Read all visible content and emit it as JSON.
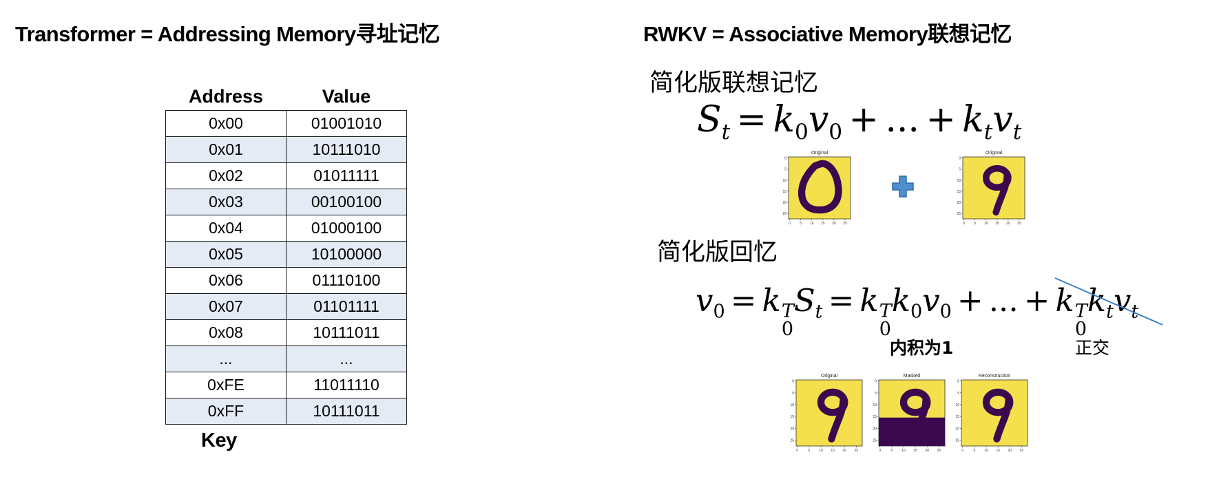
{
  "left_title": "Transformer = Addressing Memory寻址记忆",
  "right_title": "RWKV = Associative Memory联想记忆",
  "heading_assoc": "简化版联想记忆",
  "heading_recall": "简化版回忆",
  "table": {
    "headers": [
      "Address",
      "Value"
    ],
    "rows": [
      [
        "0x00",
        "01001010"
      ],
      [
        "0x01",
        "10111010"
      ],
      [
        "0x02",
        "01011111"
      ],
      [
        "0x03",
        "00100100"
      ],
      [
        "0x04",
        "01000100"
      ],
      [
        "0x05",
        "10100000"
      ],
      [
        "0x06",
        "01110100"
      ],
      [
        "0x07",
        "01101111"
      ],
      [
        "0x08",
        "10111011"
      ],
      [
        "...",
        "..."
      ],
      [
        "0xFE",
        "11011110"
      ],
      [
        "0xFF",
        "10111011"
      ]
    ]
  },
  "key_label": "Key",
  "annotations": {
    "inner_product": "内积为1",
    "orthogonal": "正交"
  },
  "plots": {
    "original_0": {
      "title": "Original"
    },
    "original_9": {
      "title": "Original"
    },
    "recall_original": {
      "title": "Original"
    },
    "recall_masked": {
      "title": "Masked",
      "masked_fraction": 0.43
    },
    "recall_reconstruction": {
      "title": "Reconstruction"
    },
    "y_ticks": [
      "0",
      "5",
      "10",
      "15",
      "20",
      "25"
    ],
    "x_ticks": [
      "0",
      "5",
      "10",
      "15",
      "20",
      "25"
    ]
  },
  "colors": {
    "plot_background": "#f4e04d",
    "digit": "#3b0a4e",
    "strike": "#3a7fc4",
    "plus": "#4f8fcf",
    "table_alt_row": "#e4ebf5"
  }
}
